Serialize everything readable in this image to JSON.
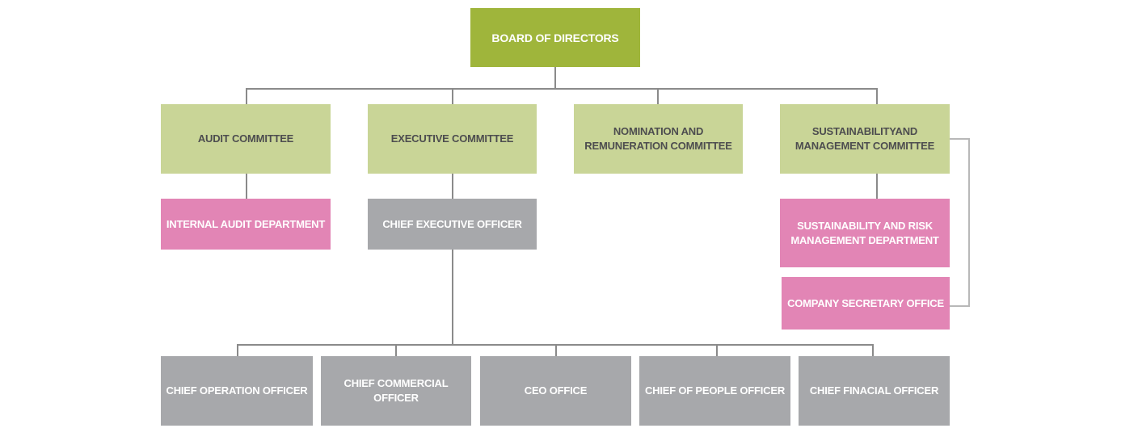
{
  "title": "Organization Chart",
  "colors": {
    "board": "#9fb53b",
    "committee": "#c9d597",
    "department": "#e285b5",
    "officer": "#a7a8ab",
    "connector": "#8a8a8a"
  },
  "board": {
    "label": "BOARD OF DIRECTORS"
  },
  "committees": [
    {
      "label": "AUDIT COMMITTEE"
    },
    {
      "label": "EXECUTIVE COMMITTEE"
    },
    {
      "label": "NOMINATION AND\nREMUNERATION COMMITTEE"
    },
    {
      "label": "SUSTAINABILITYAND\nMANAGEMENT COMMITTEE"
    }
  ],
  "departments": {
    "internal_audit": {
      "label": "INTERNAL AUDIT DEPARTMENT"
    },
    "ceo": {
      "label": "CHIEF EXECUTIVE OFFICER"
    },
    "sustainability_risk": {
      "label": "SUSTAINABILITY AND RISK\nMANAGEMENT DEPARTMENT"
    },
    "company_secretary": {
      "label": "COMPANY SECRETARY OFFICE"
    }
  },
  "officers": [
    {
      "label": "CHIEF OPERATION OFFICER"
    },
    {
      "label": "CHIEF COMMERCIAL OFFICER"
    },
    {
      "label": "CEO OFFICE"
    },
    {
      "label": "CHIEF OF PEOPLE OFFICER"
    },
    {
      "label": "CHIEF FINACIAL OFFICER"
    }
  ]
}
